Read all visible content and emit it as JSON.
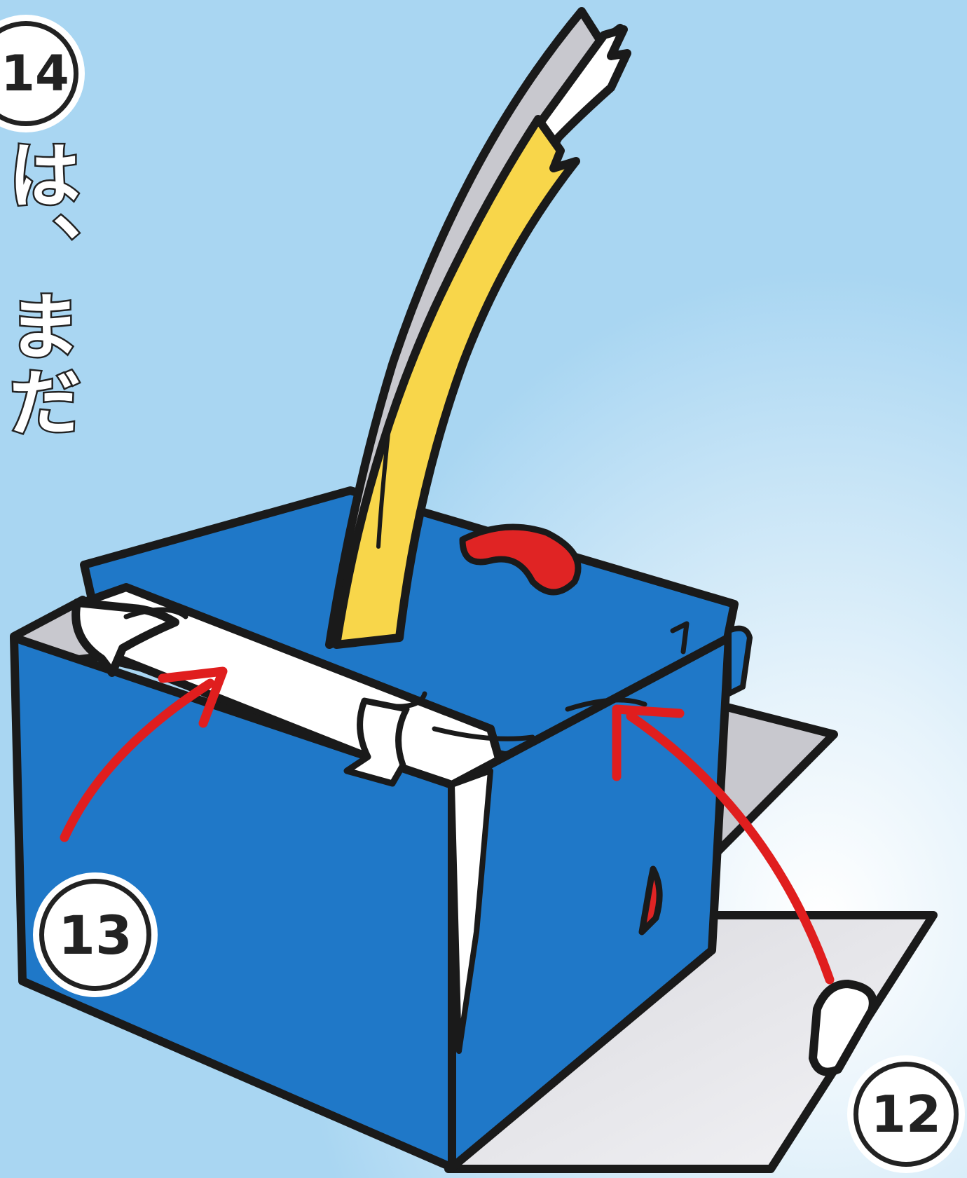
{
  "texts": {
    "instruction_fragment": "は、まだ"
  },
  "steps": {
    "badge_14": "14",
    "badge_13": "13",
    "badge_12": "12"
  },
  "colors": {
    "background": "#a9d6f2",
    "box_blue": "#1f78c8",
    "outline": "#1a1a1a",
    "paper_white": "#ffffff",
    "flap_gray": "#c8c8ce",
    "flag_yellow": "#f8d64a",
    "ribbon_red": "#e02424",
    "arrow_red": "#e01e1e"
  },
  "icons": {
    "box": "paper-box-icon",
    "flag": "yellow-flag-icon",
    "arrow_13": "curved-arrow-icon",
    "arrow_12": "curved-arrow-icon"
  }
}
